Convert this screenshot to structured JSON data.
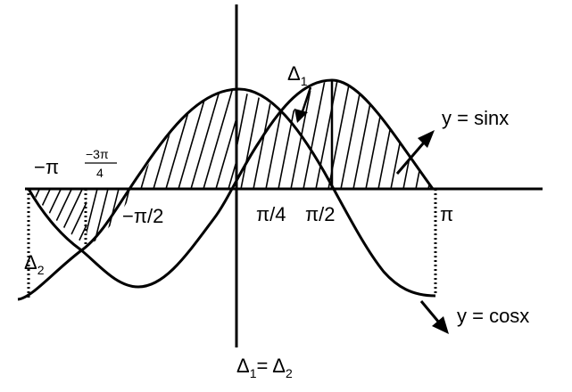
{
  "labels": {
    "minus_pi": "−π",
    "minus_3pi_4_num": "−3π",
    "minus_3pi_4_den": "4",
    "minus_pi_2": "−π/2",
    "pi_4": "π/4",
    "pi_2": "π/2",
    "pi": "π",
    "delta1_symbol": "Δ",
    "delta1_sub": "1",
    "delta2_symbol": "Δ",
    "delta2_sub": "2",
    "sin_label": "y = sinx",
    "cos_label": "y = cosx",
    "equation_d1": "Δ",
    "equation_d1_sub": "1",
    "equation_eq": "= Δ",
    "equation_d2_sub": "2"
  },
  "curves": [
    "sin",
    "cos"
  ],
  "x_range": [
    "−π",
    "π"
  ],
  "shaded_regions": [
    "Δ1",
    "Δ2"
  ]
}
